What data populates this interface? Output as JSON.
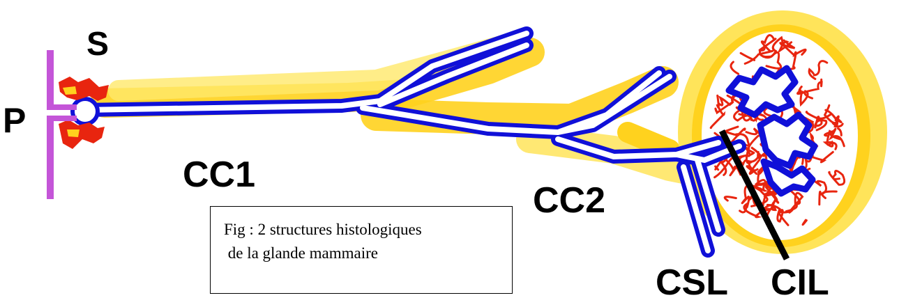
{
  "labels": {
    "p": "P",
    "s": "S",
    "cc1": "CC1",
    "cc2": "CC2",
    "csl": "CSL",
    "cil": "CIL"
  },
  "caption": {
    "line1": "Fig : 2 structures histologiques",
    "line2": " de la glande mammaire"
  },
  "colors": {
    "duct": "#1010d8",
    "sheath": "#ffd21e",
    "lobule": "#e8250f",
    "nipple": "#c455d8",
    "pointer": "#000000"
  }
}
